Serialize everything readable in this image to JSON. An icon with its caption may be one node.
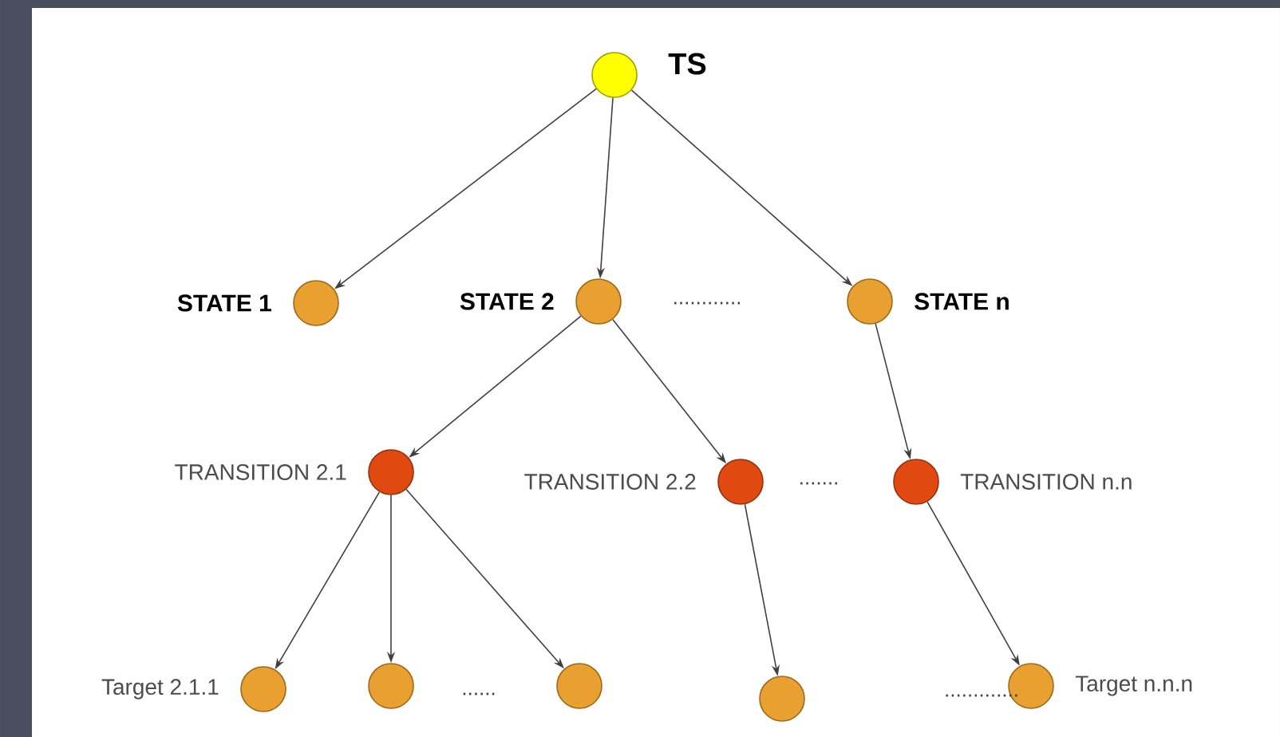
{
  "diagram": {
    "nodes": [
      {
        "text": [],
        "shape": "circle",
        "beside": [
          "TS"
        ]
      },
      {
        "text": [],
        "shape": "circle",
        "beside": [
          "STATE 1"
        ]
      },
      {
        "text": [],
        "shape": "circle",
        "beside": [
          "STATE 2"
        ]
      },
      {
        "text": [],
        "shape": "circle",
        "beside": [
          "STATE n"
        ]
      },
      {
        "text": [],
        "shape": "circle",
        "beside": [
          "TRANSITION 2.1"
        ]
      },
      {
        "text": [],
        "shape": "circle",
        "beside": [
          "TRANSITION 2.2"
        ]
      },
      {
        "text": [],
        "shape": "circle",
        "beside": [
          "TRANSITION n.n"
        ]
      },
      {
        "text": [],
        "shape": "circle",
        "beside": [
          "Target 2.1.1"
        ]
      },
      {
        "text": [],
        "shape": "circle"
      },
      {
        "text": [],
        "shape": "circle"
      },
      {
        "text": [],
        "shape": "circle"
      },
      {
        "text": [],
        "shape": "circle",
        "beside": [
          "Target n.n.n"
        ]
      }
    ],
    "edges": [
      {
        "from": 0,
        "to": 1,
        "arrow": "to"
      },
      {
        "from": 0,
        "to": 2,
        "arrow": "to"
      },
      {
        "from": 0,
        "to": 3,
        "arrow": "to"
      },
      {
        "from": 2,
        "to": 4,
        "arrow": "to"
      },
      {
        "from": 2,
        "to": 5,
        "arrow": "to"
      },
      {
        "from": 3,
        "to": 6,
        "arrow": "to"
      },
      {
        "from": 4,
        "to": 7,
        "arrow": "to"
      },
      {
        "from": 4,
        "to": 8,
        "arrow": "to"
      },
      {
        "from": 4,
        "to": 9,
        "arrow": "to"
      },
      {
        "from": 5,
        "to": 10,
        "arrow": "to"
      },
      {
        "from": 6,
        "to": 11,
        "arrow": "to"
      }
    ],
    "labels": [
      "............",
      ".......",
      "......",
      "............."
    ]
  }
}
